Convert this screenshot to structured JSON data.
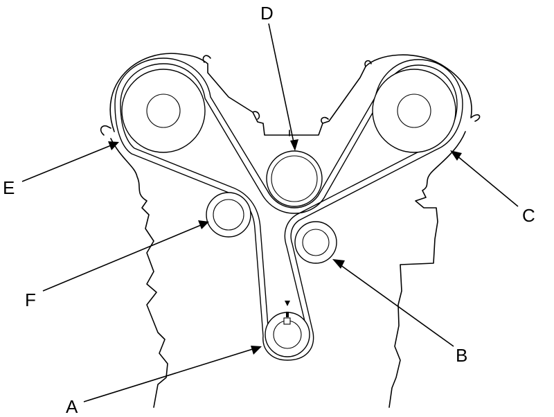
{
  "diagram": {
    "callouts": [
      {
        "id": "A",
        "label": "A"
      },
      {
        "id": "B",
        "label": "B"
      },
      {
        "id": "C",
        "label": "C"
      },
      {
        "id": "D",
        "label": "D"
      },
      {
        "id": "E",
        "label": "E"
      },
      {
        "id": "F",
        "label": "F"
      }
    ]
  }
}
